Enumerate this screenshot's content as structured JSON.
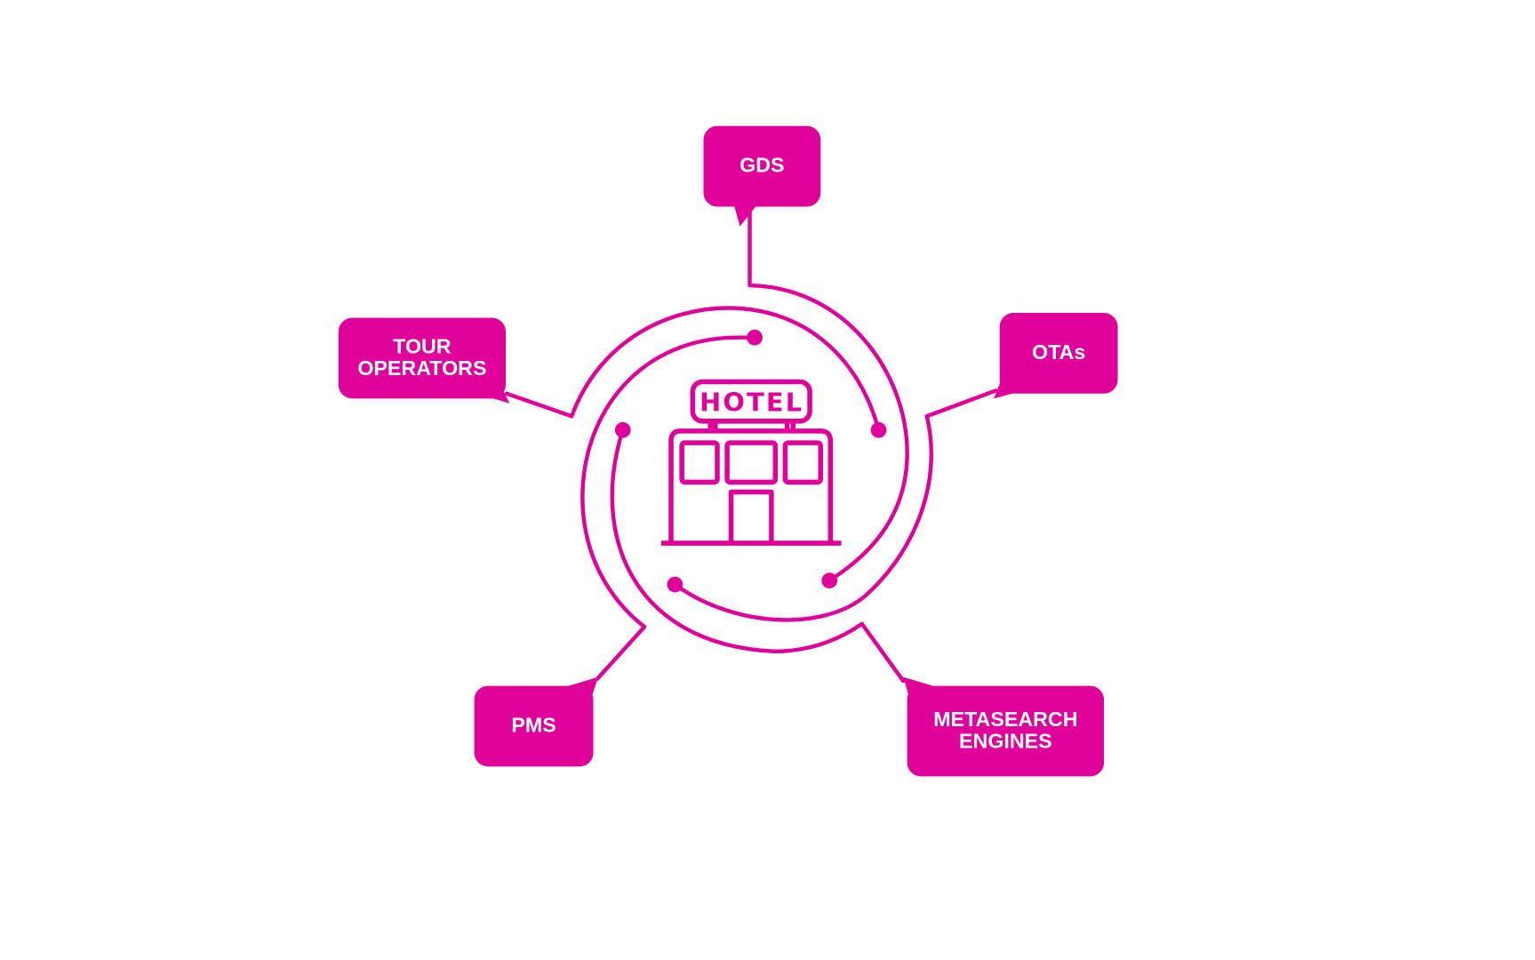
{
  "accent_color": "#e0009a",
  "center": {
    "label": "HOTEL",
    "icon": "hotel-building-icon"
  },
  "nodes": {
    "gds": "GDS",
    "otas": "OTAs",
    "tour_operators": "TOUR\nOPERATORS",
    "pms": "PMS",
    "metasearch": "METASEARCH\nENGINES"
  }
}
